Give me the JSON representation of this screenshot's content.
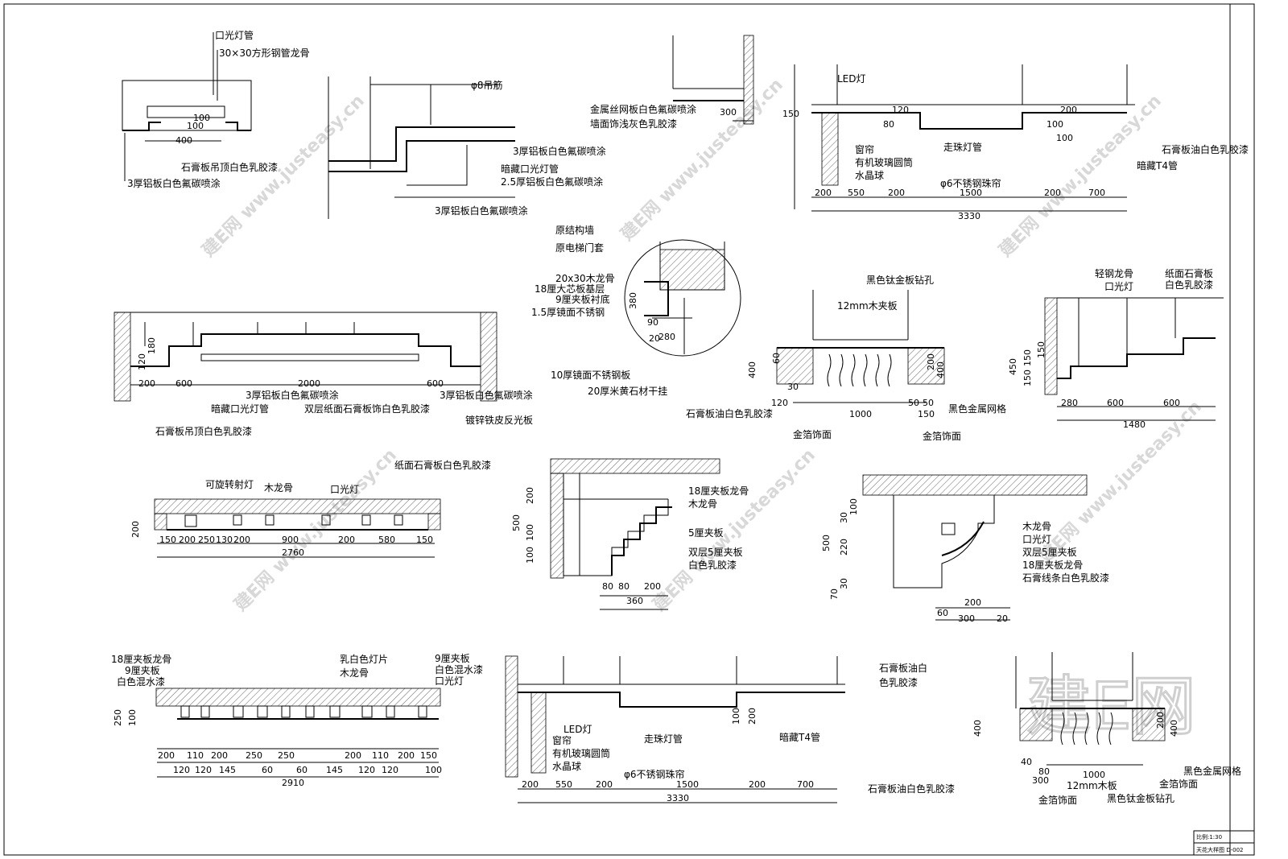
{
  "watermark": {
    "text": "建E网 www.justeasy.cn",
    "big_logo": "建E网"
  },
  "title_block": {
    "scale": "比例:1:30",
    "title": "天花大样图 D-002"
  },
  "details": [
    {
      "id": "d1",
      "labels": [
        "口光灯管",
        "30×30方形钢管龙骨",
        "石膏板吊顶白色乳胶漆",
        "3厚铝板白色氟碳喷涂"
      ],
      "dims": [
        "400",
        "100",
        "100"
      ]
    },
    {
      "id": "d2",
      "labels": [
        "φ8吊筋",
        "3厚铝板白色氟碳喷涂",
        "暗藏口光灯管",
        "2.5厚铝板白色氟碳喷涂",
        "3厚铝板白色氟碳喷涂"
      ],
      "dims": []
    },
    {
      "id": "d3",
      "labels": [
        "金属丝网板白色氟碳喷涂",
        "墙面饰浅灰色乳胶漆"
      ],
      "dims": [
        "300"
      ]
    },
    {
      "id": "d4",
      "labels": [
        "LED灯",
        "走珠灯管",
        "窗帘",
        "有机玻璃圆筒",
        "水晶球",
        "φ6不锈钢珠帘",
        "石膏板油白色乳胶漆",
        "暗藏T4管"
      ],
      "dims": [
        "150",
        "200",
        "550",
        "200",
        "1500",
        "200",
        "700",
        "3330",
        "80",
        "120",
        "100",
        "200",
        "100"
      ]
    },
    {
      "id": "d5",
      "labels": [
        "原结构墙",
        "原电梯门套",
        "20x30木龙骨",
        "18厘大芯板基层",
        "9厘夹板衬底",
        "1.5厚镜面不锈钢",
        "10厚镜面不锈钢板",
        "20厚米黄石材干挂"
      ],
      "dims": [
        "380",
        "90",
        "20",
        "280"
      ]
    },
    {
      "id": "d6",
      "labels": [
        "3厚铝板白色氟碳喷涂",
        "暗藏口光灯管",
        "双层纸面石膏板饰白色乳胶漆",
        "3厚铝板白色氟碳喷涂",
        "镀锌铁皮反光板",
        "石膏板吊顶白色乳胶漆"
      ],
      "dims": [
        "120",
        "180",
        "200",
        "600",
        "2000",
        "600"
      ]
    },
    {
      "id": "d7",
      "labels": [
        "黑色钛金板钻孔",
        "12mm木夹板",
        "石膏板油白色乳胶漆",
        "金箔饰面",
        "黑色金属网格",
        "金箔饰面"
      ],
      "dims": [
        "400",
        "60",
        "30",
        "120",
        "1000",
        "50",
        "50",
        "150",
        "200",
        "400"
      ]
    },
    {
      "id": "d8",
      "labels": [
        "轻钢龙骨",
        "口光灯",
        "纸面石膏板",
        "白色乳胶漆"
      ],
      "dims": [
        "450",
        "150",
        "150",
        "150",
        "280",
        "600",
        "600",
        "1480"
      ]
    },
    {
      "id": "d9",
      "labels": [
        "可旋转射灯",
        "木龙骨",
        "口光灯",
        "纸面石膏板白色乳胶漆"
      ],
      "dims": [
        "200",
        "150",
        "200",
        "250",
        "130",
        "200",
        "900",
        "200",
        "580",
        "150",
        "2760"
      ]
    },
    {
      "id": "d10",
      "labels": [
        "18厘夹板龙骨",
        "木龙骨",
        "5厘夹板",
        "双层5厘夹板",
        "白色乳胶漆"
      ],
      "dims": [
        "500",
        "200",
        "100",
        "100",
        "80",
        "80",
        "200",
        "360"
      ]
    },
    {
      "id": "d11",
      "labels": [
        "木龙骨",
        "口光灯",
        "双层5厘夹板",
        "18厘夹板龙骨",
        "石膏线条白色乳胶漆"
      ],
      "dims": [
        "500",
        "100",
        "30",
        "220",
        "30",
        "70",
        "200",
        "60",
        "300",
        "20"
      ]
    },
    {
      "id": "d12",
      "labels": [
        "18厘夹板龙骨",
        "9厘夹板",
        "白色混水漆",
        "乳白色灯片",
        "木龙骨",
        "9厘夹板",
        "白色混水漆",
        "口光灯"
      ],
      "dims": [
        "250",
        "100",
        "200",
        "110",
        "200",
        "250",
        "250",
        "200",
        "110",
        "200",
        "150",
        "120",
        "120",
        "145",
        "60",
        "60",
        "145",
        "120",
        "120",
        "100",
        "2910"
      ]
    },
    {
      "id": "d13",
      "labels": [
        "LED灯",
        "窗帘",
        "有机玻璃圆筒",
        "水晶球",
        "走珠灯管",
        "暗藏T4管",
        "石膏板油白",
        "色乳胶漆",
        "φ6不锈钢珠帘",
        "石膏板油白色乳胶漆"
      ],
      "dims": [
        "200",
        "550",
        "200",
        "1500",
        "200",
        "700",
        "3330",
        "100",
        "200"
      ]
    },
    {
      "id": "d14",
      "labels": [
        "黑色金属网格",
        "金箔饰面",
        "12mm木板",
        "黑色钛金板钻孔",
        "金箔饰面"
      ],
      "dims": [
        "400",
        "300",
        "1000",
        "400",
        "200",
        "40",
        "80"
      ]
    }
  ]
}
